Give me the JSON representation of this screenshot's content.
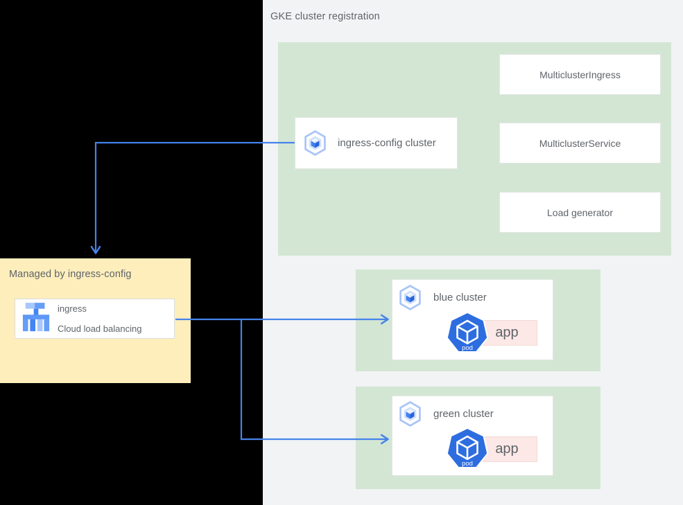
{
  "right_panel": {
    "title": "GKE cluster registration",
    "config_group": {
      "cluster_label": "ingress-config cluster",
      "cluster_icon": "gke-cluster-icon",
      "resources": [
        {
          "label": "MulticlusterIngress"
        },
        {
          "label": "MulticlusterService"
        },
        {
          "label": "Load generator"
        }
      ]
    },
    "workload_clusters": [
      {
        "name": "blue cluster",
        "icon": "gke-cluster-icon",
        "pod_icon": "k8s-pod-icon",
        "pod_label": "pod",
        "app_label": "app"
      },
      {
        "name": "green cluster",
        "icon": "gke-cluster-icon",
        "pod_icon": "k8s-pod-icon",
        "pod_label": "pod",
        "app_label": "app"
      }
    ]
  },
  "left_panel": {
    "managed_box": {
      "title": "Managed by ingress-config",
      "service": {
        "icon": "cloud-load-balancing-icon",
        "line1": "ingress",
        "line2": "Cloud load balancing"
      }
    }
  },
  "icons": {
    "gke_cluster": "gke-cluster-icon",
    "k8s_pod": "k8s-pod-icon",
    "cloud_load_balancing": "cloud-load-balancing-icon"
  },
  "colors": {
    "group_green": "#d3e6d4",
    "managed_yellow": "#fdeebc",
    "app_pink": "#fce8e6",
    "arrow_blue": "#4683ea",
    "pod_blue": "#2d6de0",
    "background_gray": "#f1f3f4",
    "background_black": "#000000",
    "text_gray": "#5f6368"
  }
}
